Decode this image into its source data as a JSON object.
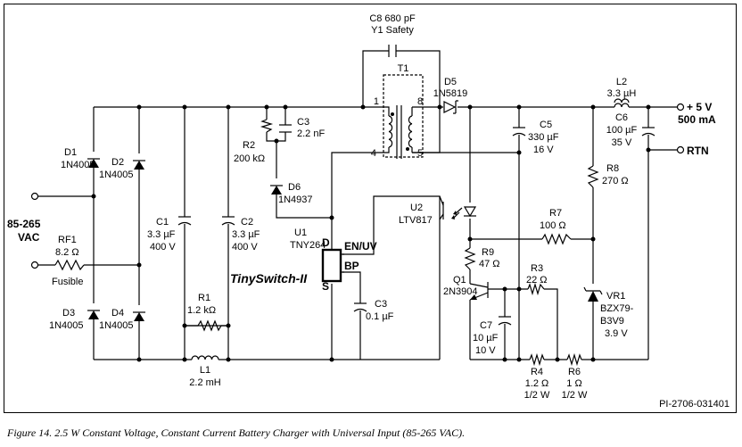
{
  "labels": {
    "c8_value": "C8 680 pF",
    "c8_type": "Y1 Safety",
    "t1": "T1",
    "d5_ref": "D5",
    "d5_part": "1N5819",
    "l2_ref": "L2",
    "l2_value": "3.3 µH",
    "vout": "+ 5 V",
    "iout": "500 mA",
    "c6_ref": "C6",
    "c6_value": "100 µF",
    "c6_volt": "35 V",
    "rtn": "RTN",
    "c5_ref": "C5",
    "c5_value": "330 µF",
    "c5_volt": "16 V",
    "r8_ref": "R8",
    "r8_value": "270 Ω",
    "d1_ref": "D1",
    "d1_part": "1N4005",
    "d2_ref": "D2",
    "d2_part": "1N4005",
    "d3_ref": "D3",
    "d3_part": "1N4005",
    "d4_ref": "D4",
    "d4_part": "1N4005",
    "r2_ref": "R2",
    "r2_value": "200 kΩ",
    "c3a_ref": "C3",
    "c3a_value": "2.2 nF",
    "d6_ref": "D6",
    "d6_part": "1N4937",
    "vin": "85-265",
    "vin_unit": "VAC",
    "rf1_ref": "RF1",
    "rf1_value": "8.2 Ω",
    "rf1_note": "Fusible",
    "c1_ref": "C1",
    "c1_value": "3.3 µF",
    "c1_volt": "400 V",
    "c2_ref": "C2",
    "c2_value": "3.3 µF",
    "c2_volt": "400 V",
    "u1_ref": "U1",
    "u1_part": "TNY264",
    "u1_brand": "TinySwitch-II",
    "pin_d": "D",
    "pin_s": "S",
    "pin_enuv": "EN/UV",
    "pin_bp": "BP",
    "u2_ref": "U2",
    "u2_part": "LTV817",
    "r7_ref": "R7",
    "r7_value": "100 Ω",
    "r9_ref": "R9",
    "r9_value": "47 Ω",
    "r3_ref": "R3",
    "r3_value": "22 Ω",
    "q1_ref": "Q1",
    "q1_part": "2N3904",
    "vr1_ref": "VR1",
    "vr1_part": "BZX79-",
    "vr1_part2": "B3V9",
    "vr1_volt": "3.9 V",
    "r1_ref": "R1",
    "r1_value": "1.2 kΩ",
    "c3b_ref": "C3",
    "c3b_value": "0.1 µF",
    "c7_ref": "C7",
    "c7_value": "10 µF",
    "c7_volt": "10 V",
    "l1_ref": "L1",
    "l1_value": "2.2 mH",
    "r4_ref": "R4",
    "r4_value": "1.2 Ω",
    "r4_power": "1/2 W",
    "r6_ref": "R6",
    "r6_value": "1 Ω",
    "r6_power": "1/2 W",
    "pin1": "1",
    "pin4": "4",
    "pin5": "5",
    "pin8": "8",
    "drawing_id": "PI-2706-031401"
  },
  "caption": "Figure 14.  2.5 W Constant Voltage, Constant Current Battery Charger with Universal Input (85-265 VAC)."
}
